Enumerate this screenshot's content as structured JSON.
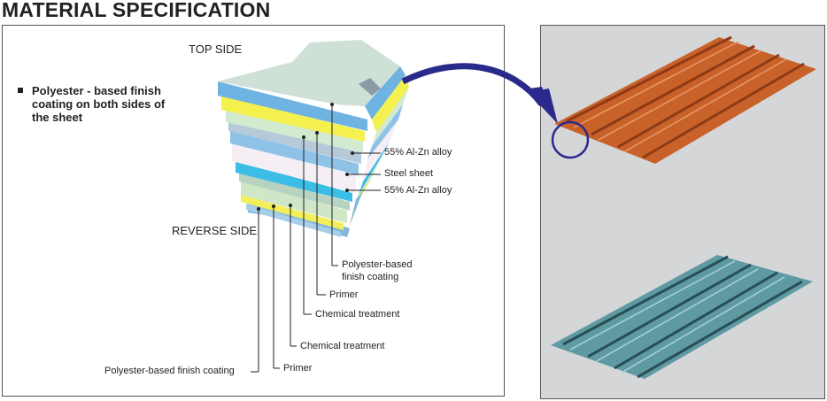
{
  "title": "MATERIAL SPECIFICATION",
  "bullet": "Polyester - based finish coating on both sides of the sheet",
  "labels": {
    "top_side": "TOP SIDE",
    "reverse_side": "REVERSE SIDE",
    "alloy_top": "55% Al-Zn alloy",
    "steel": "Steel sheet",
    "alloy_bottom": "55% Al-Zn alloy",
    "poly_top_line1": "Polyester-based",
    "poly_top_line2": "finish coating",
    "primer_top": "Primer",
    "chem_top": "Chemical treatment",
    "chem_bottom": "Chemical treatment",
    "poly_bottom": "Polyester-based finish coating",
    "primer_bottom": "Primer"
  },
  "colors": {
    "copper_sheet": "#c8622a",
    "blue_sheet": "#5f9aa3",
    "arrow": "#2a2a8c",
    "panel_bg": "#d5d6d8"
  }
}
